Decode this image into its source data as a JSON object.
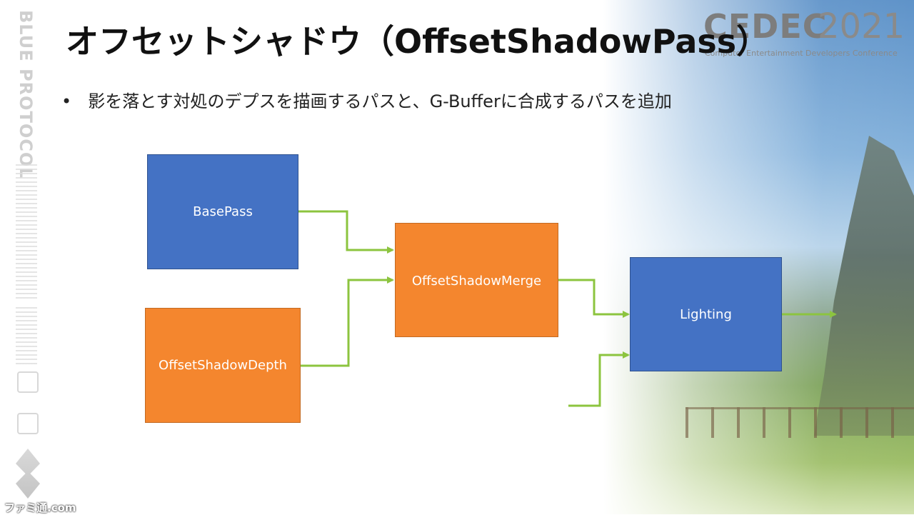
{
  "title": "オフセットシャドウ（OffsetShadowPass）",
  "bullet": "影を落とす対処のデプスを描画するパスと、G-Bufferに合成するパスを追加",
  "nodes": {
    "base_pass": "BasePass",
    "offset_shadow_depth": "OffsetShadowDepth",
    "offset_shadow_merge": "OffsetShadowMerge",
    "lighting": "Lighting"
  },
  "colors": {
    "blue_node": "#4472c4",
    "orange_node": "#f4862e",
    "arrow": "#8cc43f"
  },
  "logo": {
    "mark": "CEDEC",
    "year": "2021",
    "subtitle": "Computer Entertainment Developers Conference"
  },
  "side_brand": "BLUE PROTOCOL",
  "watermark": "ファミ通.com"
}
